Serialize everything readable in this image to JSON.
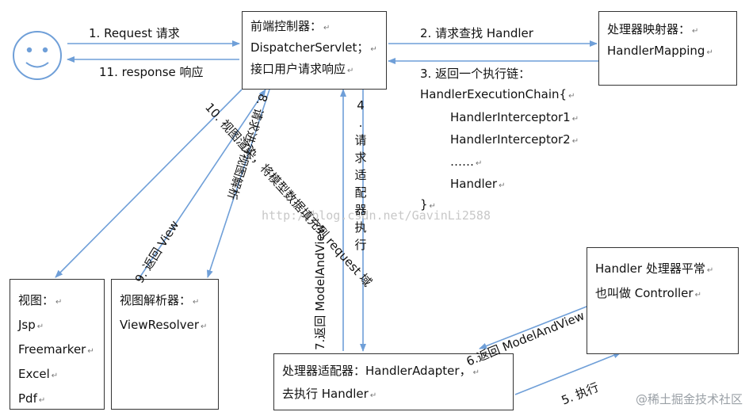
{
  "user": {
    "face": "smiley-face"
  },
  "front_controller": {
    "lines": [
      "前端控制器：",
      "DispatcherServlet；",
      "接口用户请求响应"
    ]
  },
  "handler_mapping": {
    "lines": [
      "处理器映射器：",
      "HandlerMapping"
    ]
  },
  "view_box": {
    "lines": [
      "视图：",
      "Jsp",
      "Freemarker",
      "Excel",
      "Pdf"
    ]
  },
  "view_resolver": {
    "lines": [
      "视图解析器：",
      "ViewResolver"
    ]
  },
  "handler_box": {
    "lines": [
      "Handler 处理器平常",
      "也叫做 Controller"
    ]
  },
  "handler_adapter": {
    "lines": [
      "处理器适配器：HandlerAdapter，",
      "去执行 Handler"
    ]
  },
  "chain": {
    "lines": [
      "HandlerExecutionChain{",
      "HandlerInterceptor1",
      "HandlerInterceptor2",
      "……",
      "Handler",
      "}"
    ]
  },
  "steps": {
    "s1": "1.   Request  请求",
    "s11": "11. response  响应",
    "s2": "2. 请求查找 Handler",
    "s3": "3. 返回一个执行链：",
    "s4": "4. 请求适配器执行",
    "s5": "5. 执行",
    "s6": "6.返回 ModelAndView",
    "s7": "7.返回 ModelAndView",
    "s8": "8. 请求进行视图解析",
    "s9": "9. 返回 View",
    "s10": "10. 视图渲染，将模型数据填充到 request 域"
  },
  "watermark": "http://blog.csdn.net/GavinLi2588",
  "footer": "@稀土掘金技术社区"
}
